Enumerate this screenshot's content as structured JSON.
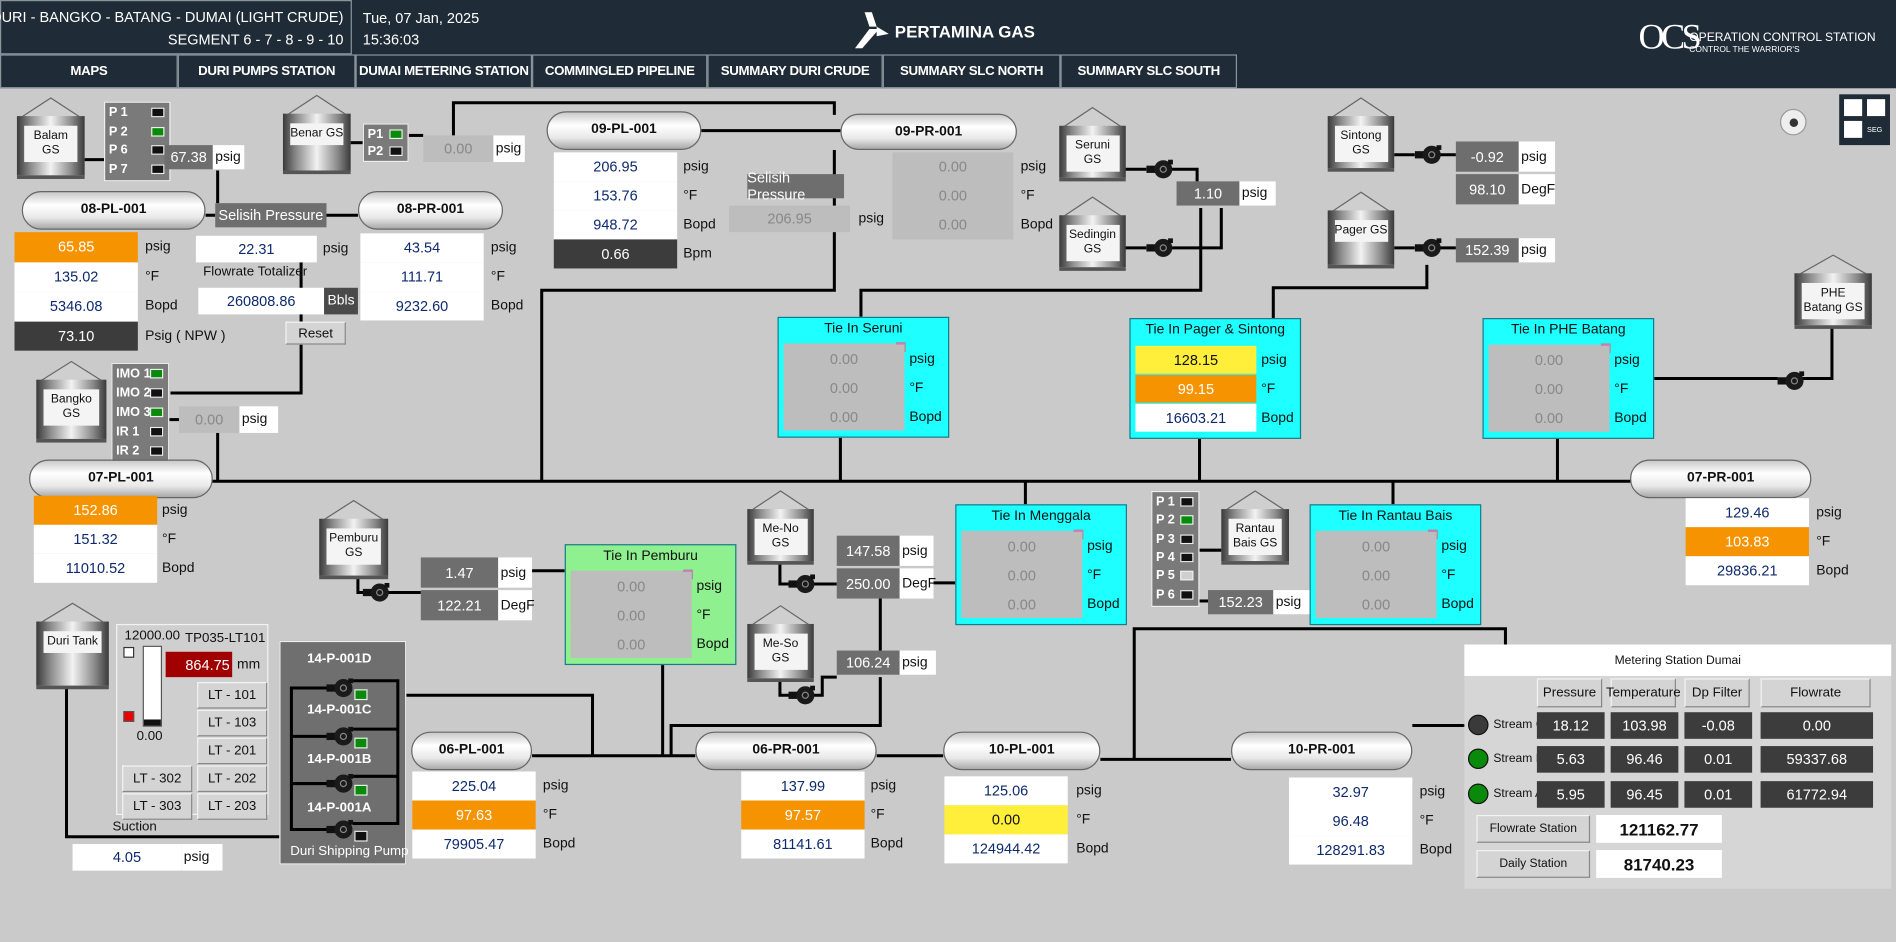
{
  "header": {
    "title_line1": "DURI - BANGKO - BATANG - DUMAI (LIGHT CRUDE)",
    "title_line2": "SEGMENT 6 - 7 - 8 - 9 - 10",
    "date": "Tue, 07 Jan, 2025",
    "time": "15:36:03",
    "brand": "PERTAMINA GAS",
    "ocs_logo": "OCS",
    "ocs_title": "OPERATION CONTROL STATION",
    "ocs_tagline": "CONTROL THE WARRIOR'S",
    "seg_label": "SEG"
  },
  "nav": [
    "MAPS",
    "DURI PUMPS STATION",
    "DUMAI METERING STATION",
    "COMMINGLED PIPELINE",
    "SUMMARY DURI CRUDE",
    "SUMMARY SLC NORTH",
    "SUMMARY SLC SOUTH"
  ],
  "colors": {
    "header_bg": "#1f2b36",
    "alarm": "#f59300",
    "warn": "#ffef3a",
    "tie_in": "#1effff",
    "tie_in_pemburu": "#8ff08f",
    "running": "#0a8a0a",
    "stopped": "#111111",
    "value_text": "#0e2a6e"
  },
  "tanks": [
    {
      "id": "balam",
      "label": "Balam GS"
    },
    {
      "id": "benar",
      "label": "Benar GS"
    },
    {
      "id": "bangko",
      "label": "Bangko GS"
    },
    {
      "id": "seruni",
      "label": "Seruni GS"
    },
    {
      "id": "sedingin",
      "label": "Sedingin GS"
    },
    {
      "id": "sintong",
      "label": "Sintong GS"
    },
    {
      "id": "pager",
      "label": "Pager GS"
    },
    {
      "id": "phe",
      "label": "PHE Batang GS"
    },
    {
      "id": "pemburu",
      "label": "Pemburu GS"
    },
    {
      "id": "meno",
      "label": "Me-No GS"
    },
    {
      "id": "meso",
      "label": "Me-So GS"
    },
    {
      "id": "rantau",
      "label": "Rantau Bais GS"
    },
    {
      "id": "duri",
      "label": "Duri Tank"
    }
  ],
  "pump_panels": {
    "balam": [
      {
        "label": "P 1",
        "status": "stopped"
      },
      {
        "label": "P 2",
        "status": "running"
      },
      {
        "label": "P 6",
        "status": "stopped"
      },
      {
        "label": "P 7",
        "status": "stopped"
      }
    ],
    "benar": [
      {
        "label": "P1",
        "status": "running"
      },
      {
        "label": "P2",
        "status": "stopped"
      }
    ],
    "bangko": [
      {
        "label": "IMO 1",
        "status": "running"
      },
      {
        "label": "IMO 2",
        "status": "stopped"
      },
      {
        "label": "IMO 3",
        "status": "running"
      },
      {
        "label": "IR 1",
        "status": "stopped"
      },
      {
        "label": "IR 2",
        "status": "stopped"
      }
    ],
    "rantau": [
      {
        "label": "P 1",
        "status": "stopped"
      },
      {
        "label": "P 2",
        "status": "running"
      },
      {
        "label": "P 3",
        "status": "stopped"
      },
      {
        "label": "P 4",
        "status": "stopped"
      },
      {
        "label": "P 5",
        "status": "unknown"
      },
      {
        "label": "P 6",
        "status": "stopped"
      }
    ]
  },
  "vessels": {
    "pl08": "08-PL-001",
    "pr08": "08-PR-001",
    "pl09": "09-PL-001",
    "pr09": "09-PR-001",
    "pl07": "07-PL-001",
    "pr07": "07-PR-001",
    "pl06": "06-PL-001",
    "pr06": "06-PR-001",
    "pl10": "10-PL-001",
    "pr10": "10-PR-001"
  },
  "readouts": {
    "pl08": [
      {
        "value": "65.85",
        "unit": "psig",
        "state": "alarm"
      },
      {
        "value": "135.02",
        "unit": "°F",
        "state": "normal"
      },
      {
        "value": "5346.08",
        "unit": "Bopd",
        "state": "normal"
      },
      {
        "value": "73.10",
        "unit": "Psig ( NPW )",
        "state": "dark"
      }
    ],
    "balam": [
      {
        "value": "67.38",
        "unit": "psig",
        "state": "tag"
      }
    ],
    "selisih1": [
      {
        "value": "22.31",
        "unit": "psig",
        "state": "normal"
      }
    ],
    "totalizer": [
      {
        "value": "260808.86",
        "unit": "Bbls",
        "state": "normal"
      }
    ],
    "pr08": [
      {
        "value": "43.54",
        "unit": "psig",
        "state": "normal"
      },
      {
        "value": "111.71",
        "unit": "°F",
        "state": "normal"
      },
      {
        "value": "9232.60",
        "unit": "Bopd",
        "state": "normal"
      }
    ],
    "benar": [
      {
        "value": "0.00",
        "unit": "psig",
        "state": "inactive"
      }
    ],
    "bangko": [
      {
        "value": "0.00",
        "unit": "psig",
        "state": "inactive"
      }
    ],
    "pl09": [
      {
        "value": "206.95",
        "unit": "psig",
        "state": "normal"
      },
      {
        "value": "153.76",
        "unit": "°F",
        "state": "normal"
      },
      {
        "value": "948.72",
        "unit": "Bopd",
        "state": "normal"
      },
      {
        "value": "0.66",
        "unit": "Bpm",
        "state": "dark"
      }
    ],
    "selisih2": [
      {
        "value": "206.95",
        "unit": "psig",
        "state": "inactive"
      }
    ],
    "pr09": [
      {
        "value": "0.00",
        "unit": "psig",
        "state": "inactive"
      },
      {
        "value": "0.00",
        "unit": "°F",
        "state": "inactive"
      },
      {
        "value": "0.00",
        "unit": "Bopd",
        "state": "inactive"
      }
    ],
    "seruni": [
      {
        "value": "1.10",
        "unit": "psig",
        "state": "tag"
      }
    ],
    "sintong": [
      {
        "value": "-0.92",
        "unit": "psig",
        "state": "tag"
      },
      {
        "value": "98.10",
        "unit": "DegF",
        "state": "tag"
      }
    ],
    "pager": [
      {
        "value": "152.39",
        "unit": "psig",
        "state": "tag"
      }
    ],
    "pl07": [
      {
        "value": "152.86",
        "unit": "psig",
        "state": "alarm"
      },
      {
        "value": "151.32",
        "unit": "°F",
        "state": "normal"
      },
      {
        "value": "11010.52",
        "unit": "Bopd",
        "state": "normal"
      }
    ],
    "pr07": [
      {
        "value": "129.46",
        "unit": "psig",
        "state": "normal"
      },
      {
        "value": "103.83",
        "unit": "°F",
        "state": "alarm"
      },
      {
        "value": "29836.21",
        "unit": "Bopd",
        "state": "normal"
      }
    ],
    "pemburu": [
      {
        "value": "1.47",
        "unit": "psig",
        "state": "tag"
      },
      {
        "value": "122.21",
        "unit": "DegF",
        "state": "tag"
      }
    ],
    "meno": [
      {
        "value": "147.58",
        "unit": "psig",
        "state": "tag"
      },
      {
        "value": "250.00",
        "unit": "DegF",
        "state": "tag"
      }
    ],
    "meso": [
      {
        "value": "106.24",
        "unit": "psig",
        "state": "tag"
      }
    ],
    "rantau": [
      {
        "value": "152.23",
        "unit": "psig",
        "state": "tag"
      }
    ],
    "suction": [
      {
        "value": "4.05",
        "unit": "psig",
        "state": "normal"
      }
    ],
    "pl06": [
      {
        "value": "225.04",
        "unit": "psig",
        "state": "normal"
      },
      {
        "value": "97.63",
        "unit": "°F",
        "state": "alarm"
      },
      {
        "value": "79905.47",
        "unit": "Bopd",
        "state": "normal"
      }
    ],
    "pr06": [
      {
        "value": "137.99",
        "unit": "psig",
        "state": "normal"
      },
      {
        "value": "97.57",
        "unit": "°F",
        "state": "alarm"
      },
      {
        "value": "81141.61",
        "unit": "Bopd",
        "state": "normal"
      }
    ],
    "pl10": [
      {
        "value": "125.06",
        "unit": "psig",
        "state": "normal"
      },
      {
        "value": "0.00",
        "unit": "°F",
        "state": "warn"
      },
      {
        "value": "124944.42",
        "unit": "Bopd",
        "state": "normal"
      }
    ],
    "pr10": [
      {
        "value": "32.97",
        "unit": "psig",
        "state": "normal"
      },
      {
        "value": "96.48",
        "unit": "°F",
        "state": "normal"
      },
      {
        "value": "128291.83",
        "unit": "Bopd",
        "state": "normal"
      }
    ]
  },
  "labels": {
    "selisih1": "Selisih Pressure",
    "selisih2": "Selisih Pressure",
    "totalizer": "Flowrate Totalizer",
    "reset": "Reset",
    "suction": "Suction"
  },
  "tie_ins": [
    {
      "id": "seruni",
      "title": "Tie In Seruni",
      "rows": [
        {
          "value": "0.00",
          "unit": "psig",
          "state": "inactive"
        },
        {
          "value": "0.00",
          "unit": "°F",
          "state": "inactive"
        },
        {
          "value": "0.00",
          "unit": "Bopd",
          "state": "inactive"
        }
      ]
    },
    {
      "id": "pager",
      "title": "Tie In Pager & Sintong",
      "rows": [
        {
          "value": "128.15",
          "unit": "psig",
          "state": "warn"
        },
        {
          "value": "99.15",
          "unit": "°F",
          "state": "alarm"
        },
        {
          "value": "16603.21",
          "unit": "Bopd",
          "state": "normal"
        }
      ]
    },
    {
      "id": "phe",
      "title": "Tie In PHE Batang",
      "rows": [
        {
          "value": "0.00",
          "unit": "psig",
          "state": "inactive"
        },
        {
          "value": "0.00",
          "unit": "°F",
          "state": "inactive"
        },
        {
          "value": "0.00",
          "unit": "Bopd",
          "state": "inactive"
        }
      ]
    },
    {
      "id": "pemburu",
      "title": "Tie In Pemburu",
      "rows": [
        {
          "value": "0.00",
          "unit": "psig",
          "state": "inactive"
        },
        {
          "value": "0.00",
          "unit": "°F",
          "state": "inactive"
        },
        {
          "value": "0.00",
          "unit": "Bopd",
          "state": "inactive"
        }
      ]
    },
    {
      "id": "menggala",
      "title": "Tie In Menggala",
      "rows": [
        {
          "value": "0.00",
          "unit": "psig",
          "state": "inactive"
        },
        {
          "value": "0.00",
          "unit": "°F",
          "state": "inactive"
        },
        {
          "value": "0.00",
          "unit": "Bopd",
          "state": "inactive"
        }
      ]
    },
    {
      "id": "rantau",
      "title": "Tie In Rantau Bais",
      "rows": [
        {
          "value": "0.00",
          "unit": "psig",
          "state": "inactive"
        },
        {
          "value": "0.00",
          "unit": "°F",
          "state": "inactive"
        },
        {
          "value": "0.00",
          "unit": "Bopd",
          "state": "inactive"
        }
      ]
    }
  ],
  "duri_tank_level": {
    "max": "12000.00",
    "min": "0.00",
    "tag": "TP035-LT101",
    "value": "864.75",
    "unit": "mm",
    "level_fraction": 0.072,
    "buttons": [
      "LT - 101",
      "LT - 103",
      "LT - 201",
      "LT - 202",
      "LT - 203",
      "LT - 302",
      "LT - 303"
    ]
  },
  "shipping_pumps": {
    "title": "Duri Shipping Pump",
    "pumps": [
      {
        "label": "14-P-001D",
        "status": "running"
      },
      {
        "label": "14-P-001C",
        "status": "running"
      },
      {
        "label": "14-P-001B",
        "status": "running"
      },
      {
        "label": "14-P-001A",
        "status": "stopped"
      }
    ]
  },
  "metering": {
    "title": "Metering Station Dumai",
    "columns": [
      "Pressure",
      "Temperature",
      "Dp Filter",
      "Flowrate"
    ],
    "streams": [
      {
        "label": "Stream C",
        "status": "stopped",
        "values": [
          "18.12",
          "103.98",
          "-0.08",
          "0.00"
        ]
      },
      {
        "label": "Stream B",
        "status": "running",
        "values": [
          "5.63",
          "96.46",
          "0.01",
          "59337.68"
        ]
      },
      {
        "label": "Stream A",
        "status": "running",
        "values": [
          "5.95",
          "96.45",
          "0.01",
          "61772.94"
        ]
      }
    ],
    "flowrate_station_label": "Flowrate Station",
    "flowrate_station": "121162.77",
    "daily_station_label": "Daily Station",
    "daily_station": "81740.23"
  }
}
